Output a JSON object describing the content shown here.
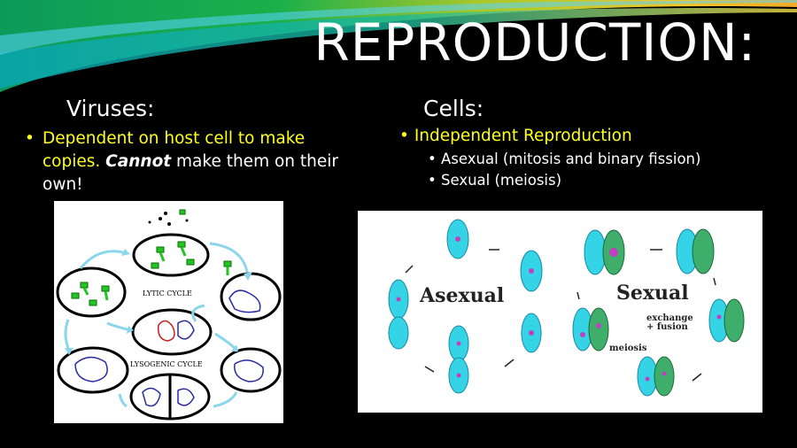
{
  "slide": {
    "title": "REPRODUCTION:",
    "left": {
      "heading": "Viruses:",
      "bullet_part1": "Dependent on host cell to make copies.",
      "bullet_bold": "Cannot",
      "bullet_part2": "make them on their own!"
    },
    "right": {
      "heading": "Cells:",
      "bullet": "Independent Reproduction",
      "sub_bullets": [
        "Asexual (mitosis and binary fission)",
        "Sexual (meiosis)"
      ]
    },
    "virus_figure": {
      "lytic_label": "LYTIC CYCLE",
      "lysogenic_label": "LYSOGENIC CYCLE"
    },
    "cell_figure": {
      "asexual_label": "Asexual",
      "sexual_label": "Sexual",
      "exchange_label_1": "exchange",
      "exchange_label_2": "+ fusion",
      "meiosis_label": "meiosis"
    }
  },
  "colors": {
    "background": "#000000",
    "title": "#ffffff",
    "highlight_text": "#ffff1a",
    "cell_cyan": "#35d3e6",
    "cell_green": "#3fae6a",
    "arrow_cyan": "#7fd6ea",
    "phage_green": "#22c522"
  },
  "icons": {
    "bullet": "bullet-dot-icon"
  }
}
